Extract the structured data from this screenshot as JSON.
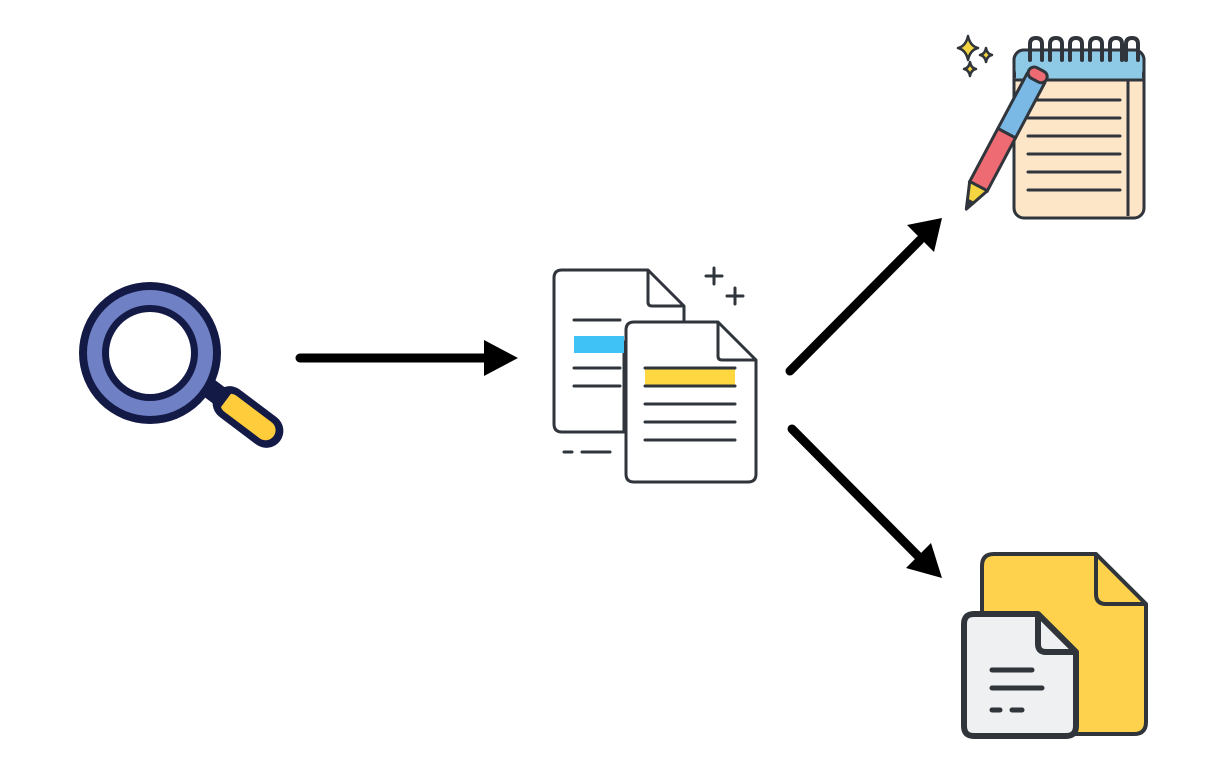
{
  "diagram": {
    "type": "flow",
    "nodes": [
      {
        "id": "search",
        "icon": "magnifying-glass-icon"
      },
      {
        "id": "documents",
        "icon": "documents-icon"
      },
      {
        "id": "notes",
        "icon": "notepad-pencil-icon"
      },
      {
        "id": "files",
        "icon": "folder-file-icon"
      }
    ],
    "edges": [
      {
        "from": "search",
        "to": "documents"
      },
      {
        "from": "documents",
        "to": "notes"
      },
      {
        "from": "documents",
        "to": "files"
      }
    ]
  },
  "colors": {
    "outline": "#2f353b",
    "arrow": "#000000",
    "magnifier_ring": "#6f80c5",
    "magnifier_outline": "#141a46",
    "magnifier_handle": "#ffcd3c",
    "highlight_blue": "#3fc3f7",
    "highlight_yellow": "#ffd740",
    "notepad_paper": "#fde6c8",
    "notepad_header": "#8ecae6",
    "pencil_body_blue": "#7ab8e6",
    "pencil_body_red": "#ee6b73",
    "folder_yellow": "#ffd24d",
    "file_gray": "#eef0f1"
  }
}
